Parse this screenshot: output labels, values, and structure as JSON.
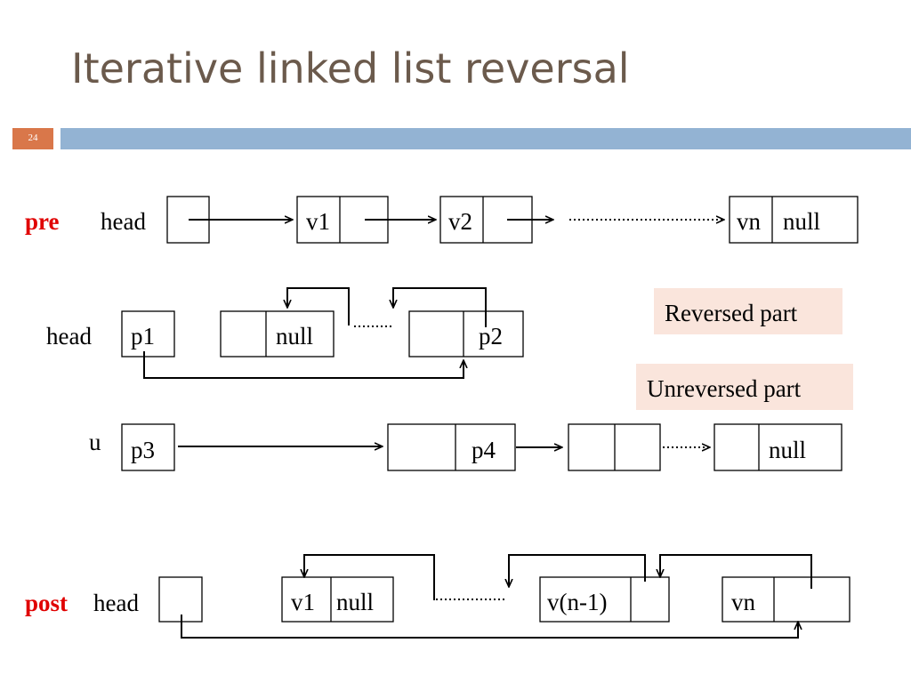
{
  "slide": {
    "title": "Iterative linked list reversal",
    "number": "24"
  },
  "labels": {
    "pre": "pre",
    "post": "post",
    "head_pre": "head",
    "head_mid": "head",
    "u": "u",
    "head_post": "head"
  },
  "pre_row": {
    "v1": "v1",
    "v2": "v2",
    "vn": "vn",
    "vn_next": "null"
  },
  "reversed_row": {
    "p1": "p1",
    "null": "null",
    "p2": "p2"
  },
  "unreversed_row": {
    "p3": "p3",
    "p4": "p4",
    "null": "null"
  },
  "legend": {
    "reversed": "Reversed part",
    "unreversed": "Unreversed part"
  },
  "post_row": {
    "v1": "v1",
    "v1_next": "null",
    "vn1": "v(n-1)",
    "vn": "vn"
  },
  "colors": {
    "title": "#6b5a4c",
    "accent_box": "#d9774a",
    "header_bar": "#93b3d3",
    "keyword": "#e00000",
    "legend_fill": "#fae5dc"
  }
}
